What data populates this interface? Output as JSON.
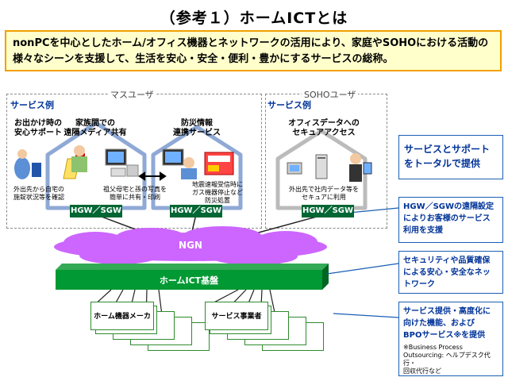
{
  "title": "（参考１）ホームICTとは",
  "intro": "nonPCを中心としたホーム/オフィス機器とネットワークの活用により、家庭やSOHOにおける活動の様々なシーンを支援して、生活を安心・安全・便利・豊かにするサービスの総称。",
  "regions": {
    "mass": "マスユーザ",
    "soho": "SOHOユーザ"
  },
  "service_example": "サービス例",
  "houses": {
    "outing": {
      "title": "お出かけ時の\n安心サポート",
      "note": "外出先から自宅の\n施錠状況等を確認"
    },
    "family": {
      "title": "家族間での\n遠隔メディア共有",
      "note": "祖父母宅と孫の写真を\n簡単に共有・印刷"
    },
    "disaster": {
      "title": "防災情報\n連携サービス",
      "note": "地震速報受信時に\nガス機器停止など\n防災処置"
    },
    "office": {
      "title": "オフィスデータへの\nセキュアアクセス",
      "note": "外出先で社内データ等を\nセキュアに利用"
    }
  },
  "hgw_label": "HGW／SGW",
  "ngn": "NGN",
  "platform": "ホームICT基盤",
  "stacks": {
    "left": "ホーム機器メーカ",
    "right": "サービス事業者"
  },
  "callouts": {
    "total": "サービスとサポート\nをトータルで提供",
    "remote": "HGW／SGWの遠隔設定\nによりお客様のサービス\n利用を支援",
    "security": "セキュリティや品質確保\nによる安心・安全なネッ\nトワーク",
    "bpo": "サービス提供・高度化に\n向けた機能、および\nBPOサービス※を提供",
    "bpo_note": "※Business Process\nOutsourcing: ヘルプデスク代行・\n回収代行など"
  },
  "colors": {
    "intro_bg": "#ffffcc",
    "intro_border": "#f0a000",
    "ngn": "#cc66ff",
    "platform": "#009933",
    "hgw": "#006633",
    "callout_border": "#1a5fb4",
    "label_blue": "#003399"
  }
}
